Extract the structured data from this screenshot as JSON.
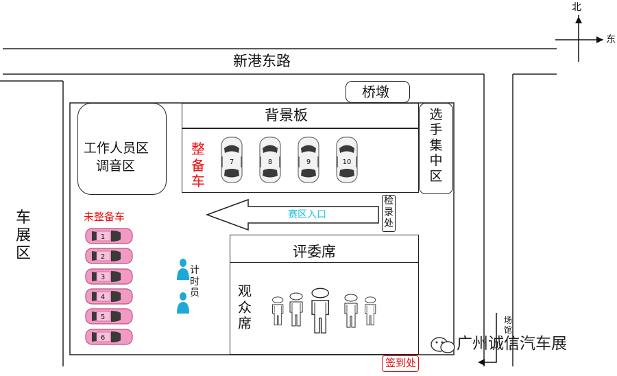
{
  "compass": {
    "north": "北",
    "east": "东"
  },
  "road": {
    "name": "新港东路"
  },
  "bridge": {
    "label": "桥墩"
  },
  "left_area": {
    "label": "车展区"
  },
  "staff_area": {
    "line1": "工作人员区",
    "line2": "调音区"
  },
  "backdrop": {
    "label": "背景板"
  },
  "prepping_cars": {
    "label": "整备车",
    "cars": [
      "7",
      "8",
      "9",
      "10"
    ],
    "color": "#f2f2f2"
  },
  "contestant_area": {
    "label": "选手集中区"
  },
  "entrance": {
    "label": "赛区入口",
    "color": "#1ec0e6"
  },
  "inspection": {
    "label": "检录处"
  },
  "waiting_cars": {
    "label": "未整备车",
    "cars": [
      "1",
      "2",
      "3",
      "4",
      "5",
      "6"
    ],
    "color": "#f29ac4"
  },
  "timekeeper": {
    "label": "计时员",
    "color": "#1ea8d8"
  },
  "judges": {
    "label": "评委席"
  },
  "audience": {
    "label": "观众席"
  },
  "venue": {
    "label": "场馆"
  },
  "signin": {
    "label": "签到处",
    "color": "#e01010"
  },
  "watermark": {
    "text": "广州诚信汽车展"
  }
}
